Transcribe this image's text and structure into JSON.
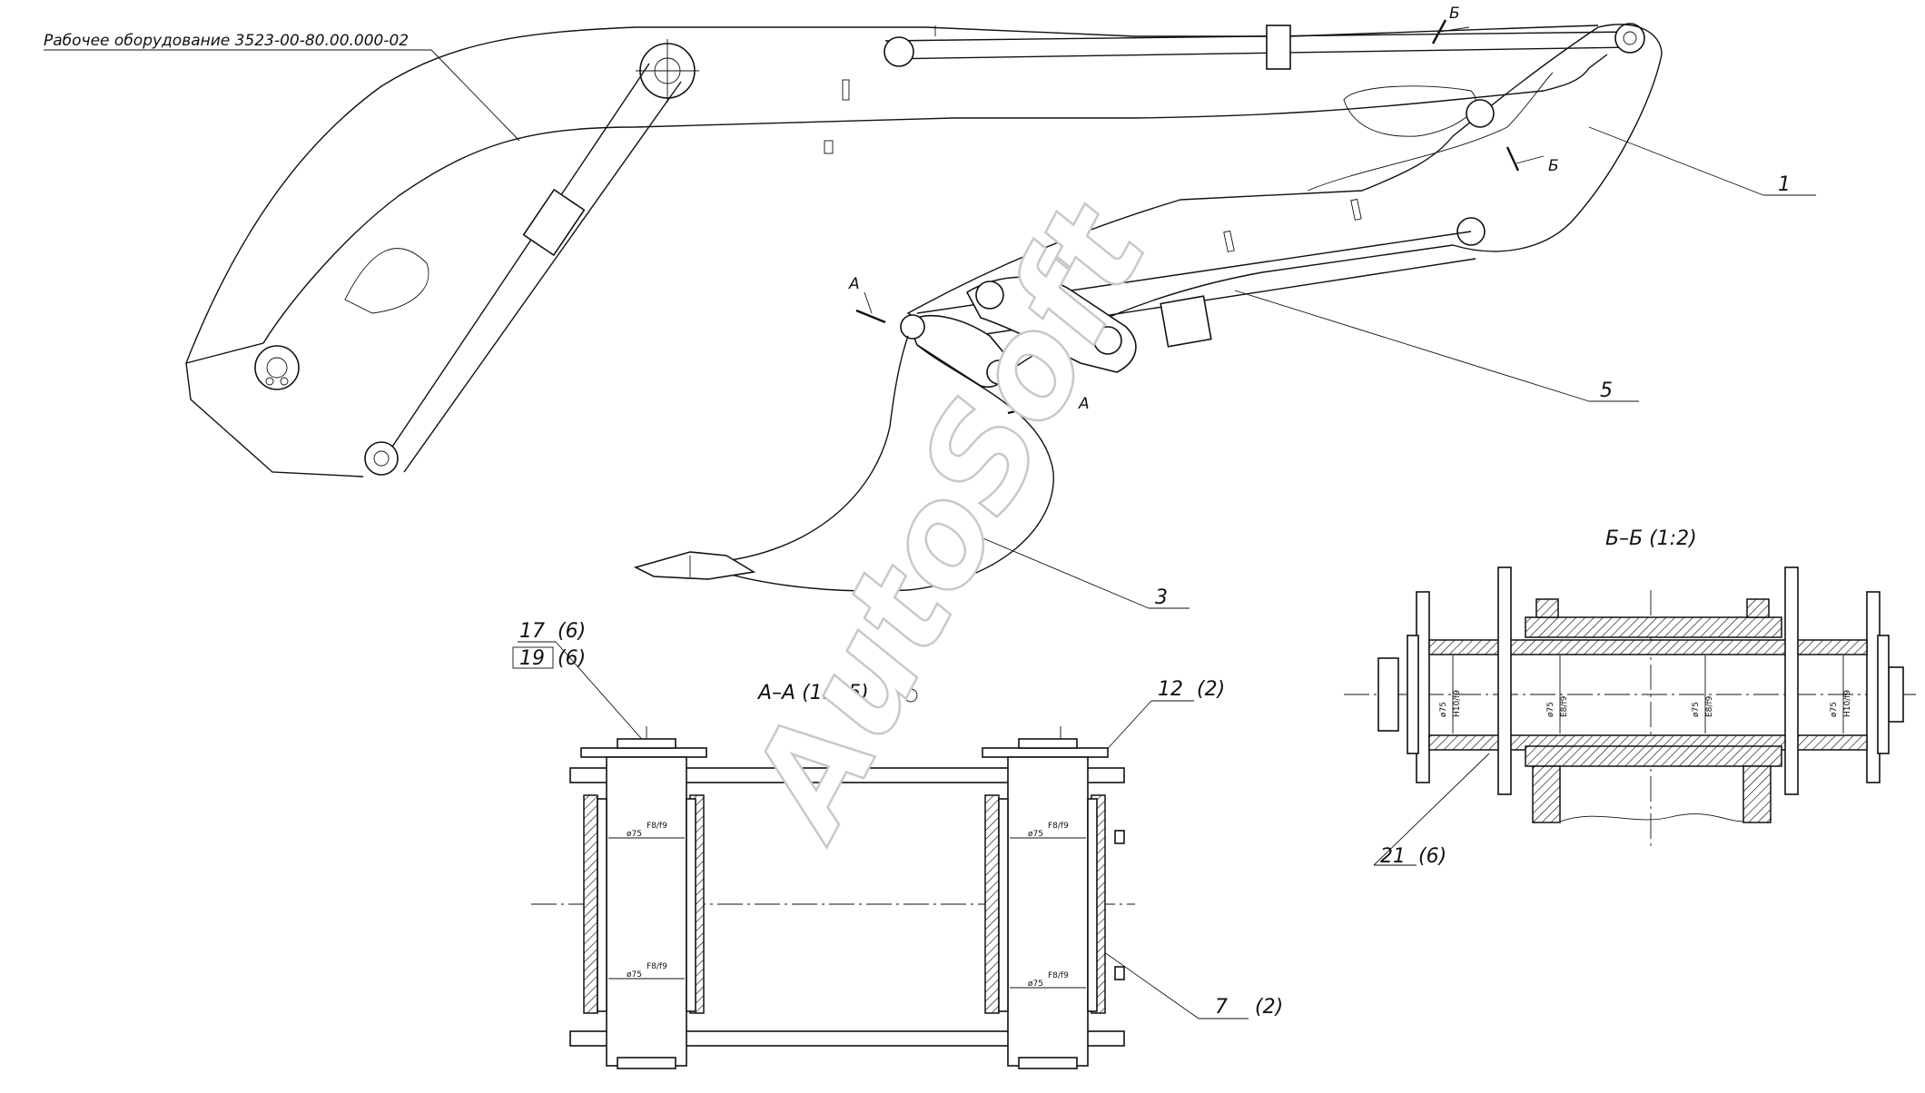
{
  "title": "Рабочее оборудование 3523-00-80.00.000-02",
  "watermark": "AutoSoft",
  "callouts": {
    "c1": "1",
    "c3": "3",
    "c5": "5",
    "c7": "7",
    "c7_qty": "(2)",
    "c12": "12",
    "c12_qty": "(2)",
    "c17": "17",
    "c17_qty": "(6)",
    "c19": "19",
    "c19_qty": "(6)",
    "c21": "21",
    "c21_qty": "(6)"
  },
  "section_marks": {
    "a_top": "А",
    "a_bottom": "А",
    "b_top": "Б",
    "b_right": "Б"
  },
  "views": {
    "section_a": "А–А (1:2,5)",
    "section_b": "Б–Б (1:2)"
  },
  "dimensions": {
    "aa_pin": "ø75",
    "aa_fit": "F8/f9",
    "bb_outer": "ø75",
    "bb_outer_fit": "H10/f9",
    "bb_inner": "ø75",
    "bb_inner_fit": "E8/f9"
  }
}
